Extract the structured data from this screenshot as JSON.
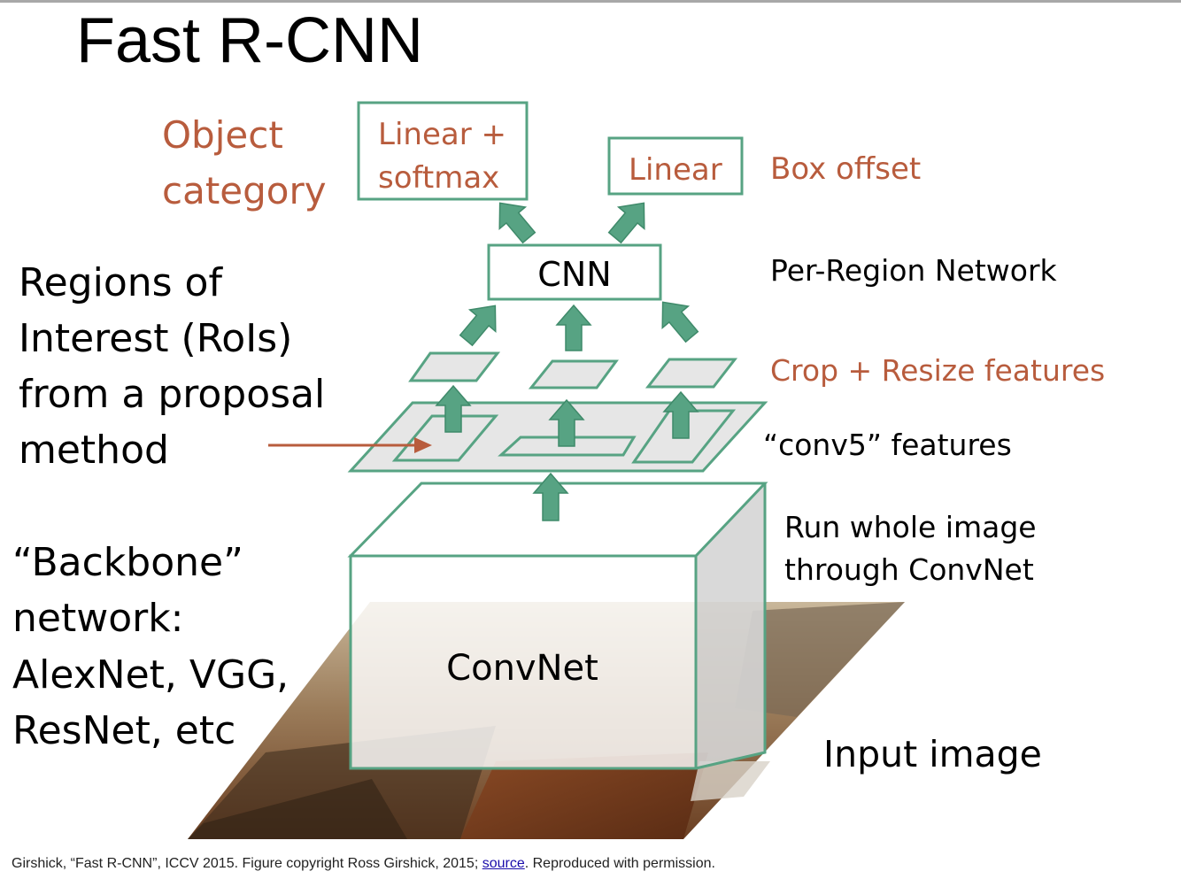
{
  "title": "Fast R-CNN",
  "colors": {
    "green": "#57a383",
    "green_dark": "#3f8a6a",
    "rust": "#b85c3d",
    "plane_fill": "#e6e6e6",
    "plane_stroke": "#57a383",
    "text_dark": "#000000"
  },
  "boxes": {
    "cls_line1": "Linear +",
    "cls_line2": "softmax",
    "bbox": "Linear",
    "cnn": "CNN",
    "convnet": "ConvNet"
  },
  "labels": {
    "object_category_line1": "Object",
    "object_category_line2": "category",
    "box_offset": "Box offset",
    "per_region": "Per-Region Network",
    "crop_resize": "Crop + Resize features",
    "conv5": "“conv5” features",
    "run_line1": "Run whole image",
    "run_line2": "through ConvNet",
    "input_image": "Input image",
    "rois_line1": "Regions of",
    "rois_line2": "Interest (RoIs)",
    "rois_line3": "from a proposal",
    "rois_line4": "method",
    "backbone_line1": "“Backbone”",
    "backbone_line2": "network:",
    "backbone_line3": "AlexNet, VGG,",
    "backbone_line4": "ResNet, etc"
  },
  "footer": {
    "before": "Girshick, “Fast R-CNN”, ICCV 2015. Figure copyright Ross Girshick, 2015; ",
    "link": "source",
    "after": ". Reproduced with permission."
  }
}
